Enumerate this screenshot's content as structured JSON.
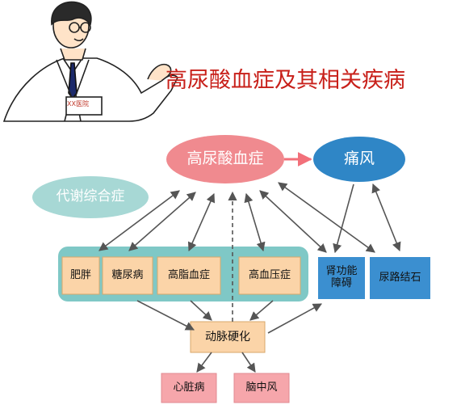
{
  "header": {
    "title": "高尿酸血症及其相关疾病",
    "badge_text": "XX医院"
  },
  "nodes": {
    "hyperuricemia": "高尿酸血症",
    "gout": "痛风",
    "metabolic_syndrome": "代谢综合症",
    "obesity": "肥胖",
    "diabetes": "糖尿病",
    "hyperlipidemia": "高脂血症",
    "hypertension": "高血压症",
    "renal_dysfunction": "肾功能\n障碍",
    "urolithiasis": "尿路结石",
    "atherosclerosis": "动脉硬化",
    "heart_disease": "心脏病",
    "stroke": "脑中风"
  },
  "colors": {
    "title_red": "#c8201a",
    "oval_pink": "#f08a8f",
    "oval_blue": "#2f86c6",
    "oval_teal": "#a7d8d5",
    "group_teal": "#7fc8c6",
    "box_orange": "#fbd4a8",
    "box_blue": "#3b8fd0",
    "box_pink": "#f6a6ab",
    "arrow_gray": "#555555"
  }
}
